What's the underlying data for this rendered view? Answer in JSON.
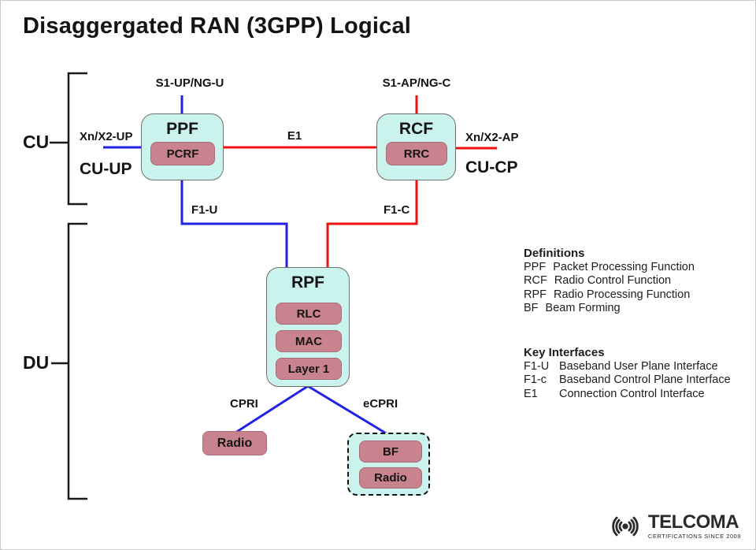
{
  "title": "Disaggergated RAN (3GPP) Logical",
  "colors": {
    "node_fill": "#c9f3ec",
    "node_border": "#6f6f6f",
    "chip_fill": "#c9838f",
    "chip_border": "#a96b77",
    "user_plane_line": "#2222e6",
    "control_plane_line": "#ee1111",
    "bracket": "#1a1a1a",
    "text": "#141414"
  },
  "groups": {
    "cu": "CU",
    "du": "DU"
  },
  "nodes": {
    "ppf": {
      "title": "PPF",
      "children": [
        "PCRF"
      ]
    },
    "rcf": {
      "title": "RCF",
      "children": [
        "RRC"
      ]
    },
    "rpf": {
      "title": "RPF",
      "children": [
        "RLC",
        "MAC",
        "Layer 1"
      ]
    },
    "radio": {
      "title": "Radio"
    },
    "bf_radio": {
      "children": [
        "BF",
        "Radio"
      ]
    }
  },
  "labels": {
    "s1_up": "S1-UP/NG-U",
    "s1_ap": "S1-AP/NG-C",
    "xn_up": "Xn/X2-UP",
    "xn_ap": "Xn/X2-AP",
    "cu_up": "CU-UP",
    "cu_cp": "CU-CP",
    "e1": "E1",
    "f1_u": "F1-U",
    "f1_c": "F1-C",
    "cpri": "CPRI",
    "ecpri": "eCPRI"
  },
  "definitions": {
    "heading": "Definitions",
    "items": [
      {
        "abbr": "PPF",
        "desc": "Packet Processing Function"
      },
      {
        "abbr": "RCF",
        "desc": "Radio Control Function"
      },
      {
        "abbr": "RPF",
        "desc": "Radio Processing Function"
      },
      {
        "abbr": "BF",
        "desc": "Beam Forming"
      }
    ]
  },
  "key_interfaces": {
    "heading": "Key Interfaces",
    "items": [
      {
        "abbr": "F1-U",
        "desc": "Baseband User Plane Interface"
      },
      {
        "abbr": "F1-c",
        "desc": "Baseband Control Plane Interface"
      },
      {
        "abbr": "E1",
        "desc": "Connection Control Interface"
      }
    ]
  },
  "logo": {
    "name": "TELCOMA",
    "tagline": "CERTIFICATIONS SINCE 2009"
  }
}
